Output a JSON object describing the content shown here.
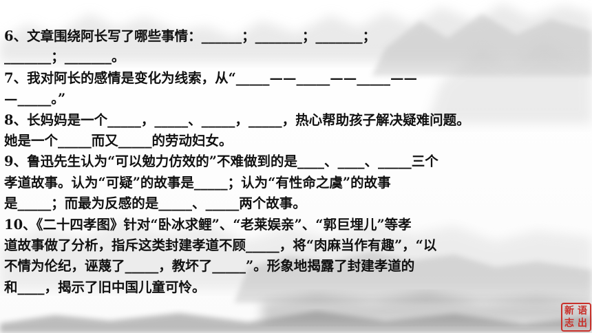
{
  "slide": {
    "lines": [
      "6、文章围绕阿长写了哪些事情：______；_______；_______；",
      "_______；_______。",
      "7、我对阿长的感情是变化为线索，从“_____——_____——_____——",
      "—_____。”",
      "8、长妈妈是一个_____，_____、_____，_____，热心帮助孩子解决疑难问题。",
      "她是一个_____而又_____的劳动妇女。",
      "9、鲁迅先生认为“可以勉力仿效的”不难做到的是____、____、_____三个",
      "孝道故事。认为“可疑”的故事是_____；认为“有性命之虞”的故事",
      "是_____；而最为反感的是_____、_____两个故事。",
      "10、《二十四孝图》针对“卧冰求鲤”、“老莱娱亲”、“郭巨埋儿”等孝",
      "道故事做了分析，指斥这类封建孝道不顾_____，将“肉麻当作有趣”，“以",
      "不情为伦纪，诬蔑了_____，教坏了_____”。形象地揭露了封建孝道的",
      "和____，揭示了旧中国儿童可怜。"
    ]
  },
  "logo": {
    "chars": [
      "新",
      "语",
      "志",
      "出"
    ],
    "color": "#c8302a"
  }
}
